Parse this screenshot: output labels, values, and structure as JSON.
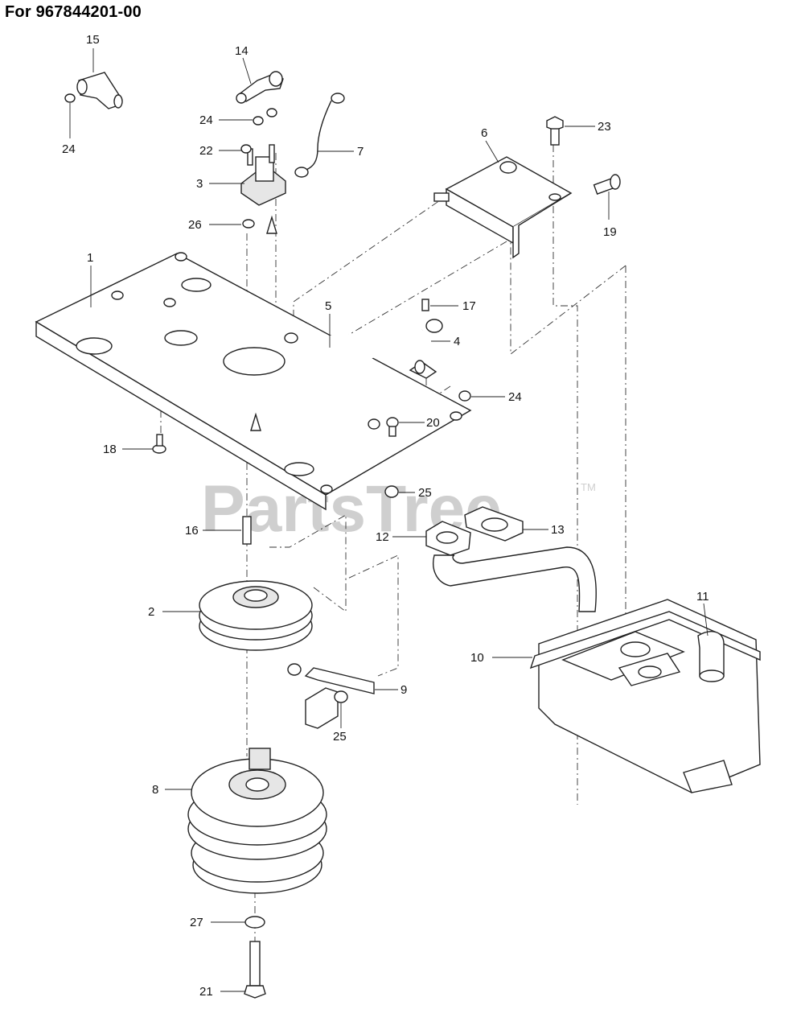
{
  "title": "For 967844201-00",
  "watermark": {
    "text": "PartsTree",
    "trademark": "TM"
  },
  "callouts": [
    {
      "label": "15"
    },
    {
      "label": "24"
    },
    {
      "label": "14"
    },
    {
      "label": "24"
    },
    {
      "label": "22"
    },
    {
      "label": "3"
    },
    {
      "label": "26"
    },
    {
      "label": "7"
    },
    {
      "label": "6"
    },
    {
      "label": "23"
    },
    {
      "label": "19"
    },
    {
      "label": "1"
    },
    {
      "label": "5"
    },
    {
      "label": "17"
    },
    {
      "label": "4"
    },
    {
      "label": "24"
    },
    {
      "label": "20"
    },
    {
      "label": "18"
    },
    {
      "label": "25"
    },
    {
      "label": "16"
    },
    {
      "label": "12"
    },
    {
      "label": "13"
    },
    {
      "label": "2"
    },
    {
      "label": "11"
    },
    {
      "label": "10"
    },
    {
      "label": "9"
    },
    {
      "label": "25"
    },
    {
      "label": "8"
    },
    {
      "label": "27"
    },
    {
      "label": "21"
    }
  ]
}
